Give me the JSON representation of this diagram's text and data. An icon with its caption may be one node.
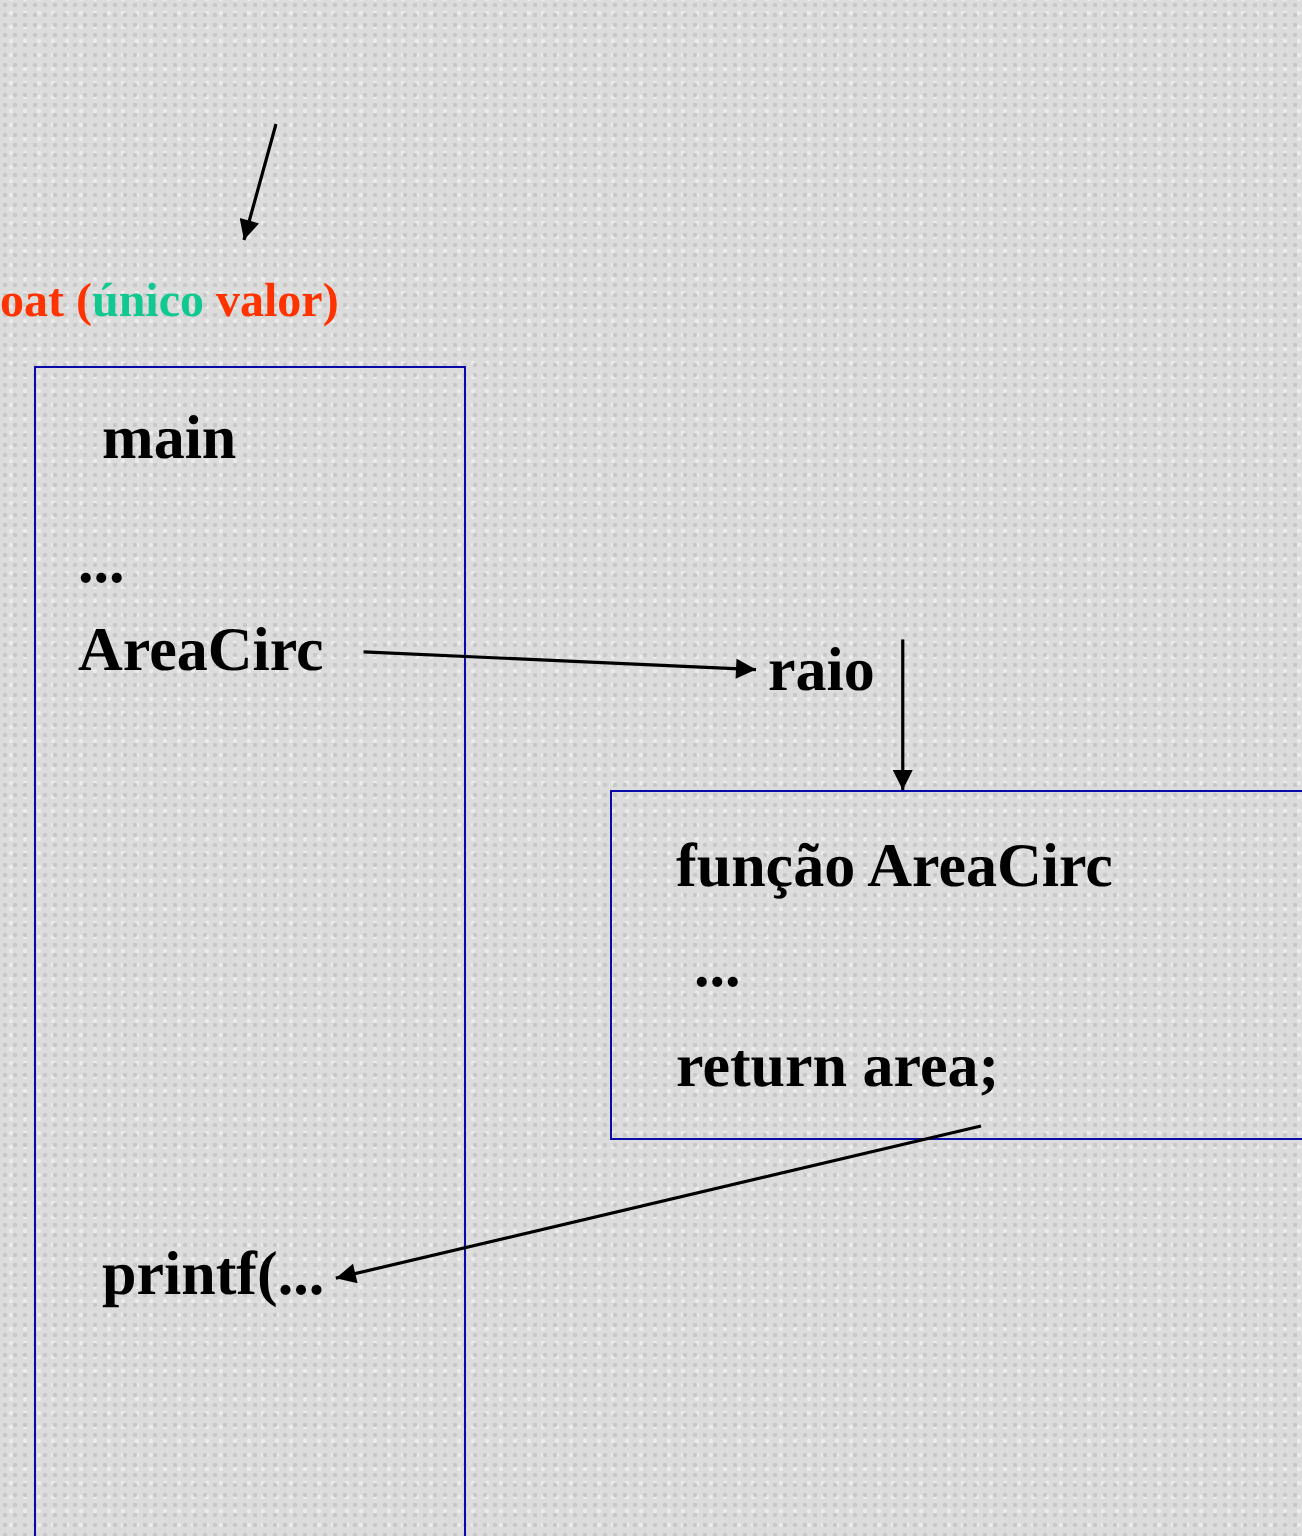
{
  "diagram": {
    "nodes": [
      {
        "text": [
          "oat (",
          "único",
          "valor)"
        ]
      },
      {
        "text": [
          "main",
          "..."
        ]
      },
      {
        "text": [
          "AreaCirc"
        ],
        "in": 1
      },
      {
        "text": [
          "printf(..."
        ],
        "in": 1
      },
      {
        "text": [
          "raio"
        ]
      },
      {
        "text": [
          "função AreaCirc",
          "...",
          "return area;"
        ]
      }
    ],
    "edges": [
      {
        "from": null,
        "to": 0,
        "arrow": "to"
      },
      {
        "from": 2,
        "to": 4,
        "arrow": "to"
      },
      {
        "from": 4,
        "to": 5,
        "arrow": "to"
      },
      {
        "from": 5,
        "to": 3,
        "arrow": "to"
      }
    ]
  }
}
